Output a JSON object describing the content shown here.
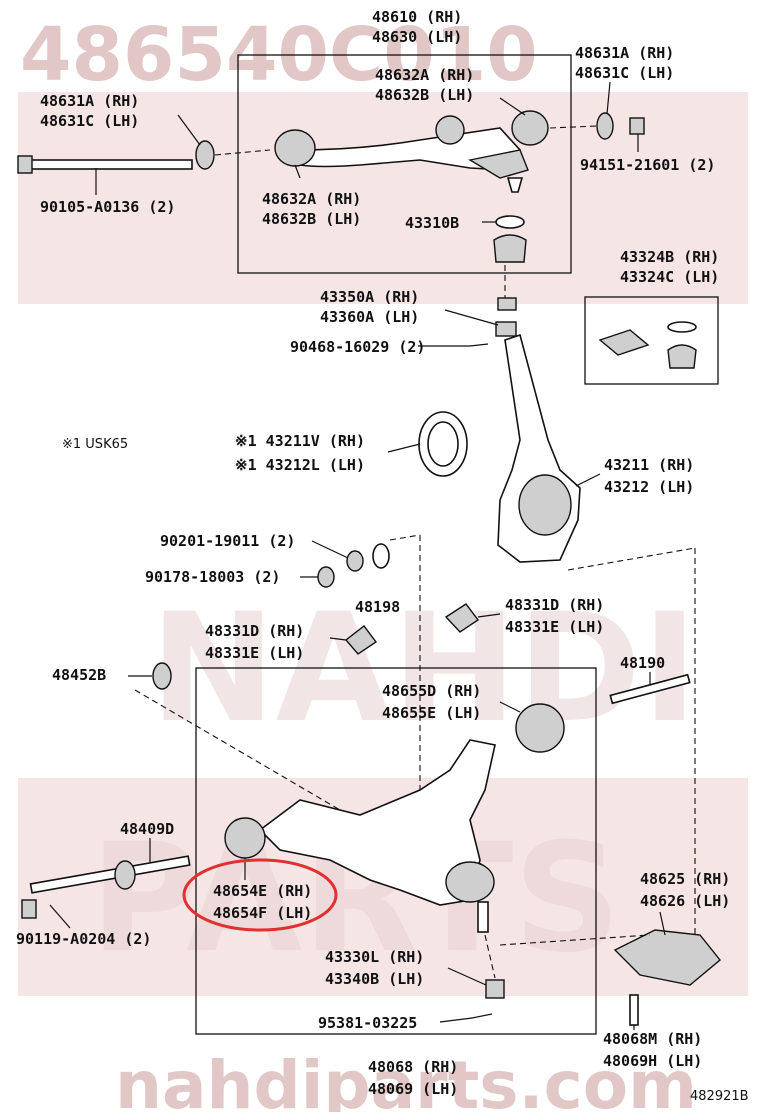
{
  "watermark": {
    "top_code": "486540C010",
    "brand": "NAHDI",
    "brand_sub": "PARTS",
    "site": "nahdiparts.com"
  },
  "diagram_code": "482921B",
  "note": "※1 USK65",
  "labels": {
    "upper_arm": [
      "48610 (RH)",
      "48630 (LH)"
    ],
    "upper_bush_rear": [
      "48632A (RH)",
      "48632B (LH)"
    ],
    "upper_bush_front": [
      "48632A (RH)",
      "48632B (LH)"
    ],
    "upper_washer_right": [
      "48631A (RH)",
      "48631C (LH)"
    ],
    "upper_washer_left": [
      "48631A (RH)",
      "48631C (LH)"
    ],
    "upper_nut": "94151-21601 (2)",
    "upper_bolt": "90105-A0136 (2)",
    "ball_joint_boot": "43310B",
    "boot_kit": [
      "43324B (RH)",
      "43324C (LH)"
    ],
    "knuckle_nut": [
      "43350A (RH)",
      "43360A (LH)"
    ],
    "cotter_pin": "90468-16029 (2)",
    "oil_seal": [
      "※1 43211V (RH)",
      "※1 43212L (LH)"
    ],
    "knuckle": [
      "43211 (RH)",
      "43212 (LH)"
    ],
    "bolt_19011": "90201-19011 (2)",
    "nut_18003": "90178-18003 (2)",
    "washer_48198": "48198",
    "stopper_right": [
      "48331D (RH)",
      "48331E (LH)"
    ],
    "stopper_left": [
      "48331D (RH)",
      "48331E (LH)"
    ],
    "cam_plate": "48452B",
    "cam_bolt": "48190",
    "lower_bush_rear": [
      "48655D (RH)",
      "48655E (LH)"
    ],
    "cam_48409": "48409D",
    "lower_bush_front": [
      "48654E (RH)",
      "48654F (LH)"
    ],
    "lower_bolt": "90119-A0204 (2)",
    "stabilizer_bracket": [
      "48625 (RH)",
      "48626 (LH)"
    ],
    "lower_ball_joint": [
      "43330L (RH)",
      "43340B (LH)"
    ],
    "lower_cotter": "95381-03225",
    "bracket_bolt": [
      "48068M (RH)",
      "48069H (LH)"
    ],
    "lower_arm": [
      "48068 (RH)",
      "48069 (LH)"
    ]
  },
  "highlight_color": "#e03030"
}
